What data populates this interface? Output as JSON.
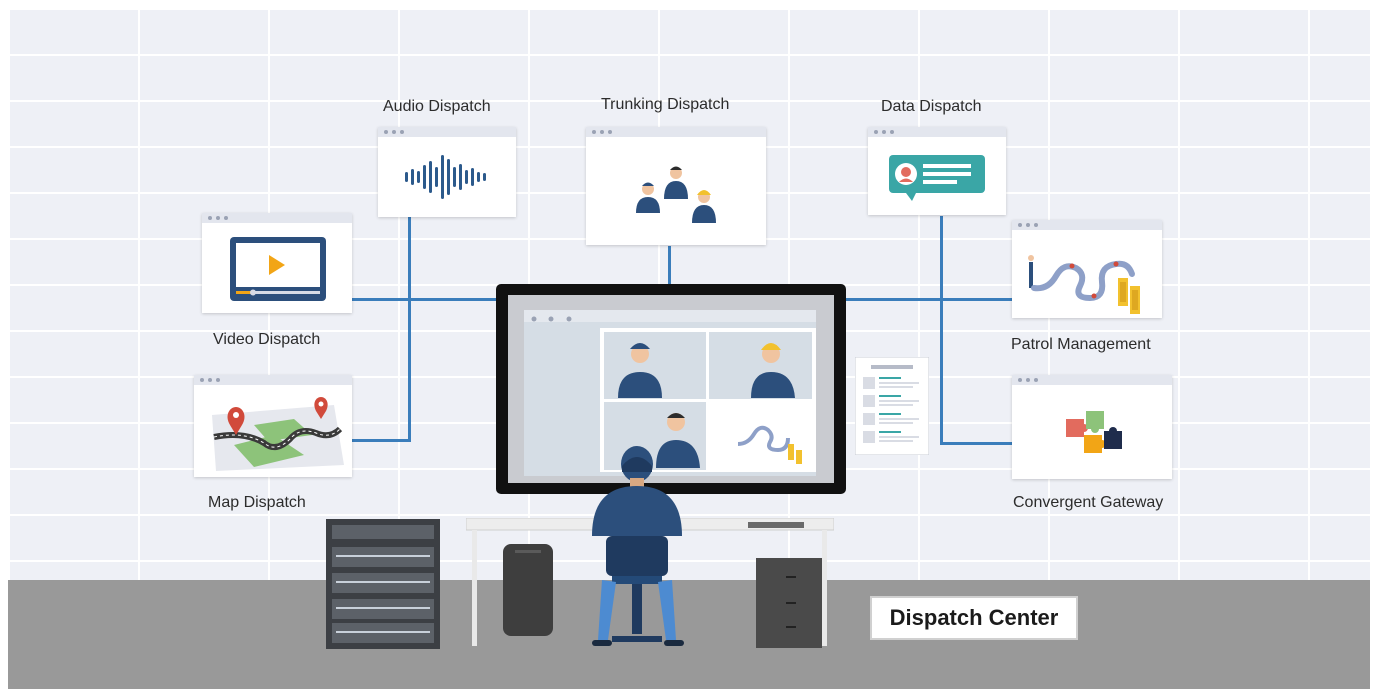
{
  "nodes": {
    "audio": "Audio Dispatch",
    "trunking": "Trunking Dispatch",
    "data": "Data Dispatch",
    "video": "Video Dispatch",
    "map": "Map Dispatch",
    "patrol": "Patrol Management",
    "gateway": "Convergent Gateway"
  },
  "center_label": "Dispatch Center",
  "colors": {
    "connector": "#3a7dbb",
    "wall": "#eef0f6",
    "floor": "#999999",
    "uniform": "#2c4f7c",
    "accent_teal": "#3aa6a6"
  }
}
